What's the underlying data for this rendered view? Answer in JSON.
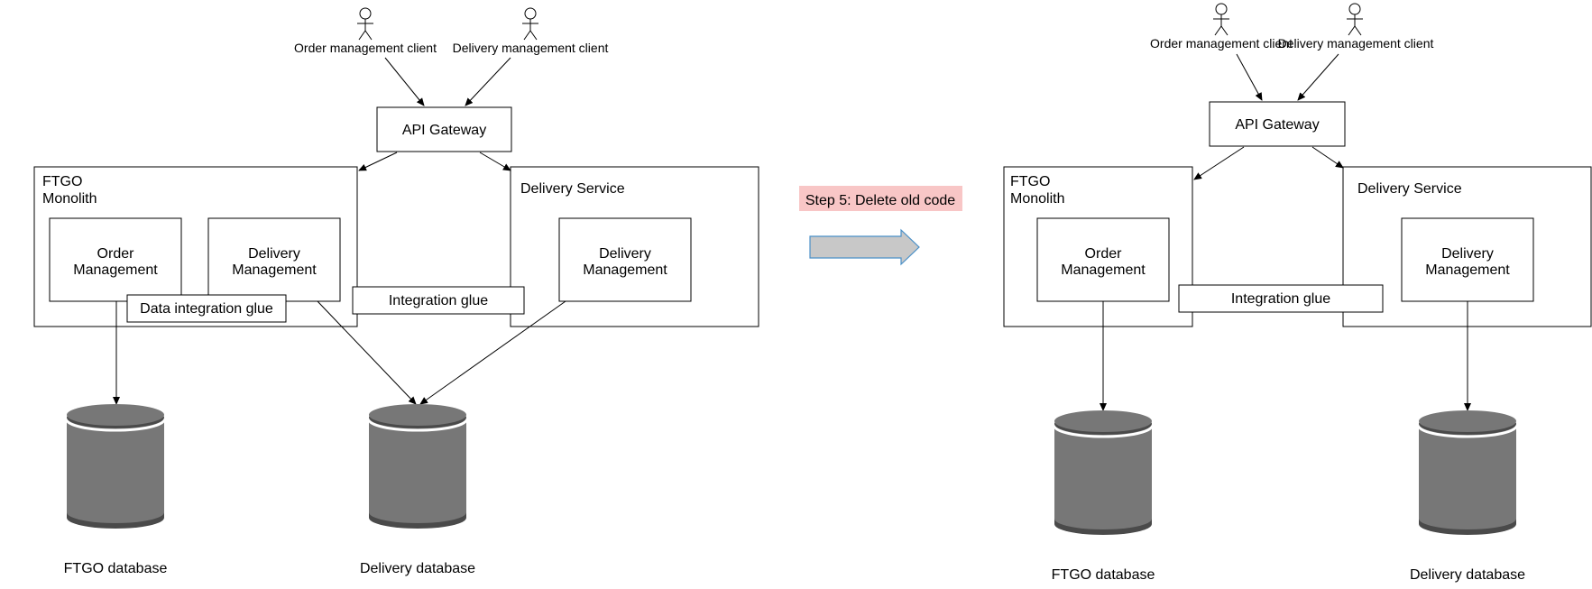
{
  "left": {
    "actor_order": "Order management client",
    "actor_delivery": "Delivery management client",
    "api_gateway": "API Gateway",
    "monolith_title_line1": "FTGO",
    "monolith_title_line2": "Monolith",
    "order_mgmt_line1": "Order",
    "order_mgmt_line2": "Management",
    "delivery_mgmt_line1": "Delivery",
    "delivery_mgmt_line2": "Management",
    "data_glue": "Data integration glue",
    "integration_glue": "Integration glue",
    "delivery_service": "Delivery Service",
    "service_delivery_line1": "Delivery",
    "service_delivery_line2": "Management",
    "db_ftgo": "FTGO database",
    "db_delivery": "Delivery database"
  },
  "step": {
    "label": "Step 5:  Delete old code",
    "badge_color": "#f8c6c6",
    "arrow_fill": "#c8c8c8",
    "arrow_stroke": "#4a90c8"
  },
  "right": {
    "actor_order": "Order management client",
    "actor_delivery": "Delivery management client",
    "api_gateway": "API Gateway",
    "monolith_title_line1": "FTGO",
    "monolith_title_line2": "Monolith",
    "order_mgmt_line1": "Order",
    "order_mgmt_line2": "Management",
    "integration_glue": "Integration glue",
    "delivery_service": "Delivery Service",
    "service_delivery_line1": "Delivery",
    "service_delivery_line2": "Management",
    "db_ftgo": "FTGO database",
    "db_delivery": "Delivery database"
  },
  "colors": {
    "database_fill": "#777777",
    "database_dark": "#4a4a4a"
  }
}
